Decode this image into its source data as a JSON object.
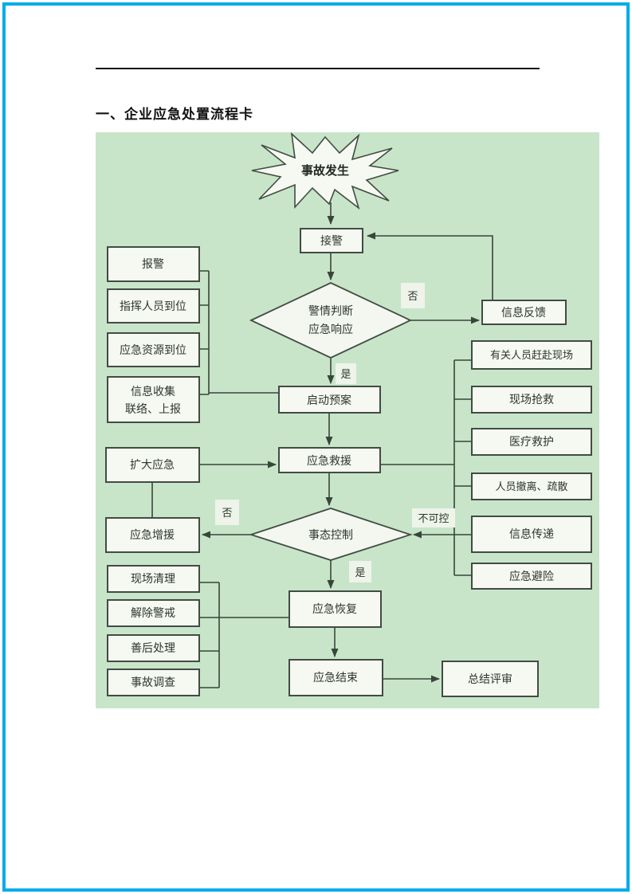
{
  "page": {
    "heading": "一、企业应急处置流程卡"
  },
  "colors": {
    "frame_border": "#00ace9",
    "panel_background": "#c8e5ca",
    "box_fill": "#f6f8f2",
    "line_stroke": "#39453a"
  },
  "flowchart": {
    "nodes": {
      "start": {
        "label": "事故发生"
      },
      "receive_alarm": {
        "label": "接警"
      },
      "decision_response": {
        "line1": "警情判断",
        "line2": "应急响应"
      },
      "start_plan": {
        "label": "启动预案"
      },
      "rescue": {
        "label": "应急救援"
      },
      "decision_control": {
        "label": "事态控制"
      },
      "recovery": {
        "label": "应急恢复"
      },
      "end": {
        "label": "应急结束"
      },
      "review": {
        "label": "总结评审"
      },
      "report": {
        "label": "报警"
      },
      "commanders_in_place": {
        "label": "指挥人员到位"
      },
      "resources_in_place": {
        "label": "应急资源到位"
      },
      "info_collect": {
        "line1": "信息收集",
        "line2": "联络、上报"
      },
      "expand": {
        "label": "扩大应急"
      },
      "reinforce": {
        "label": "应急增援"
      },
      "site_cleanup": {
        "label": "现场清理"
      },
      "lift_alert": {
        "label": "解除警戒"
      },
      "aftermath": {
        "label": "善后处理"
      },
      "investigation": {
        "label": "事故调查"
      },
      "feedback": {
        "label": "信息反馈"
      },
      "personnel_to_site": {
        "label": "有关人员赶赴现场"
      },
      "site_rescue": {
        "label": "现场抢救"
      },
      "medical_aid": {
        "label": "医疗救护"
      },
      "evacuation": {
        "label": "人员撤离、疏散"
      },
      "info_transfer": {
        "label": "信息传递"
      },
      "risk_avoidance": {
        "label": "应急避险"
      }
    },
    "edge_labels": {
      "no1": "否",
      "yes1": "是",
      "no2": "否",
      "yes2": "是",
      "uncontrollable": "不可控"
    }
  }
}
